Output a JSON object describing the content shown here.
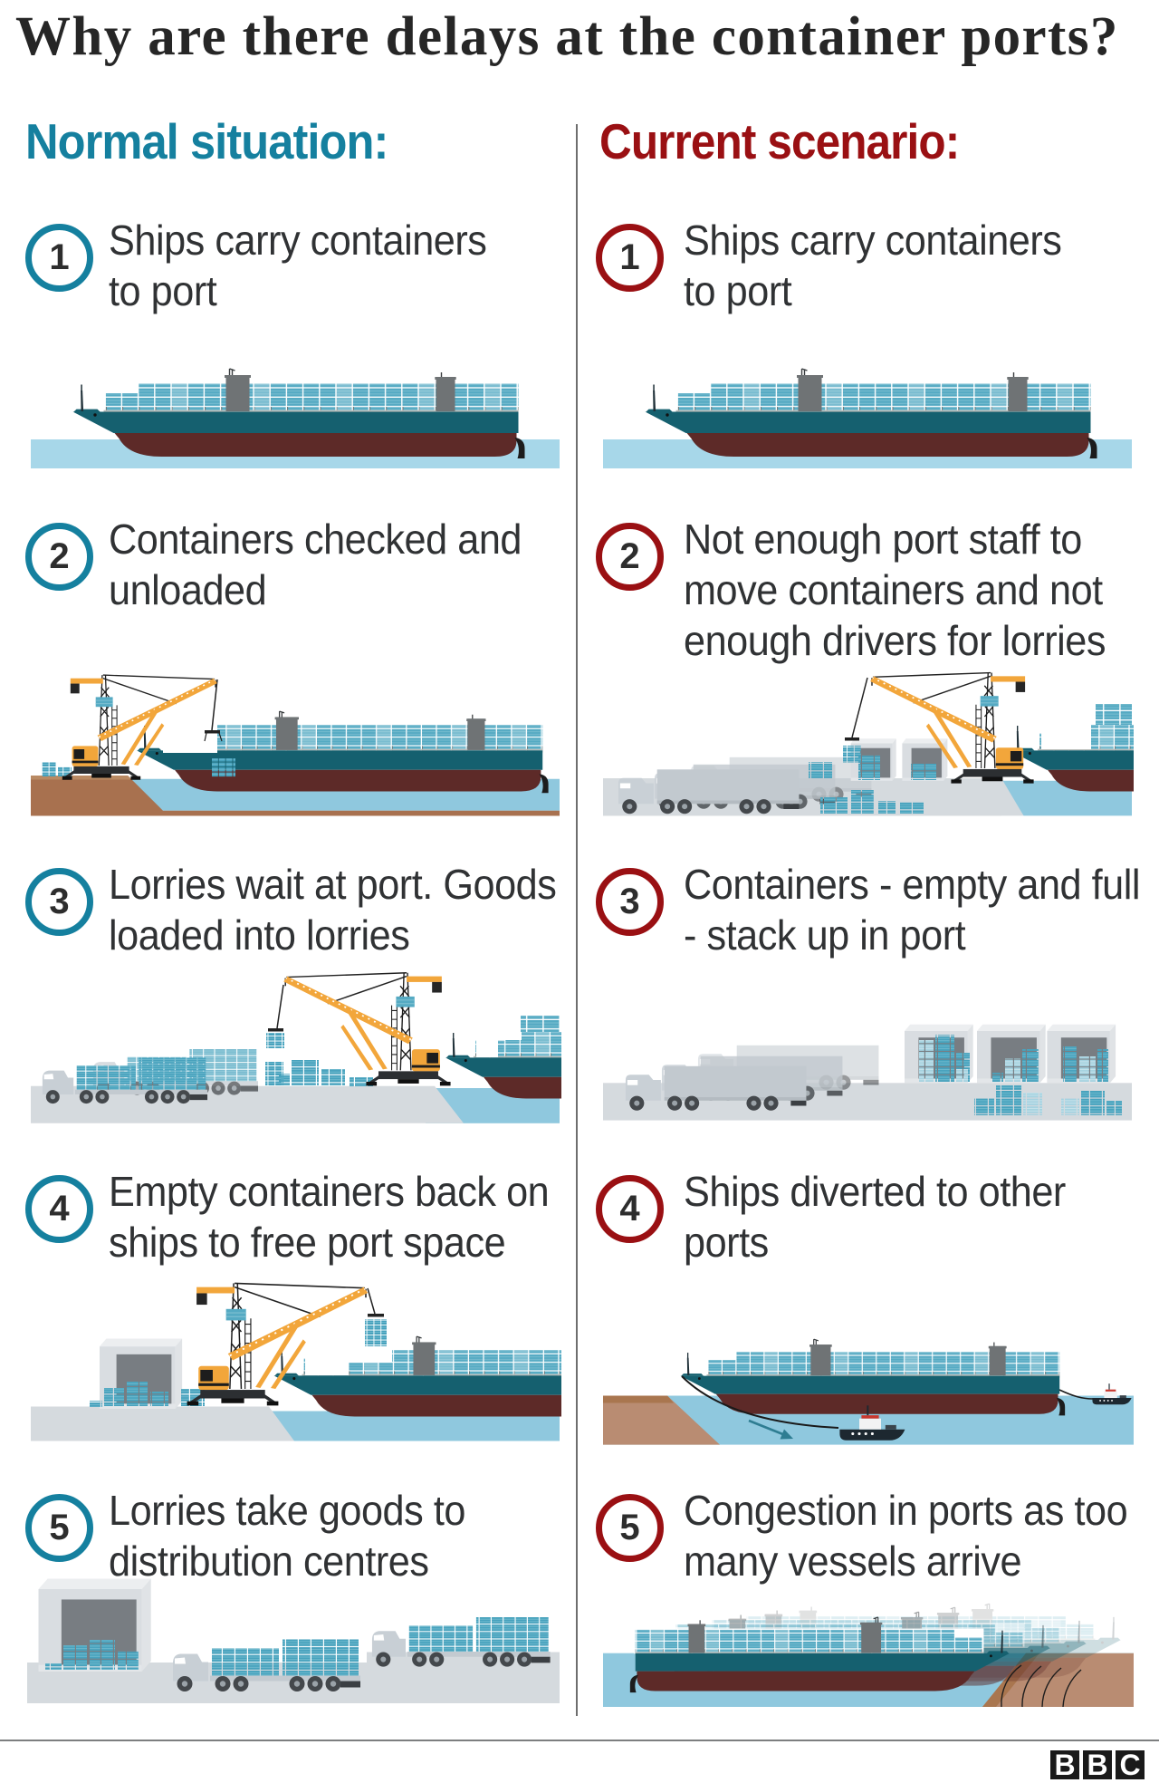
{
  "title": "Why are there delays at the container ports?",
  "columns": {
    "left": {
      "header": "Normal situation:",
      "accent_color": "#15809F",
      "steps": [
        {
          "number": "1",
          "lines": [
            "Ships carry containers",
            "to port"
          ]
        },
        {
          "number": "2",
          "lines": [
            "Containers checked and",
            "unloaded"
          ]
        },
        {
          "number": "3",
          "lines": [
            "Lorries wait at port. Goods",
            "loaded into lorries"
          ]
        },
        {
          "number": "4",
          "lines": [
            "Empty containers back on",
            "ships to free port space"
          ]
        },
        {
          "number": "5",
          "lines": [
            "Lorries take goods to",
            "distribution centres"
          ]
        }
      ]
    },
    "right": {
      "header": "Current scenario:",
      "accent_color": "#9A1013",
      "steps": [
        {
          "number": "1",
          "lines": [
            "Ships carry containers",
            "to port"
          ]
        },
        {
          "number": "2",
          "lines": [
            "Not enough port staff to",
            "move containers and not",
            "enough drivers for lorries"
          ]
        },
        {
          "number": "3",
          "lines": [
            "Containers - empty and full",
            "- stack up in port"
          ]
        },
        {
          "number": "4",
          "lines": [
            "Ships diverted to other",
            "ports"
          ]
        },
        {
          "number": "5",
          "lines": [
            "Congestion in ports as too",
            "many vessels arrive"
          ]
        }
      ]
    }
  },
  "footer": {
    "logo_blocks": [
      "B",
      "B",
      "C"
    ]
  },
  "theme": {
    "title_color": "#262626",
    "text_color": "#303234",
    "teal": "#15809F",
    "red": "#9A1013",
    "water_light": "#a7d7e9",
    "water_mid": "#8fc8de",
    "hull_teal": "#15606F",
    "hull_maroon": "#5D2A28",
    "container_teal": "#56abc4",
    "crane_orange": "#F2A63B",
    "ground_gray": "#d5dade",
    "dock_brown": "#a8714f"
  }
}
